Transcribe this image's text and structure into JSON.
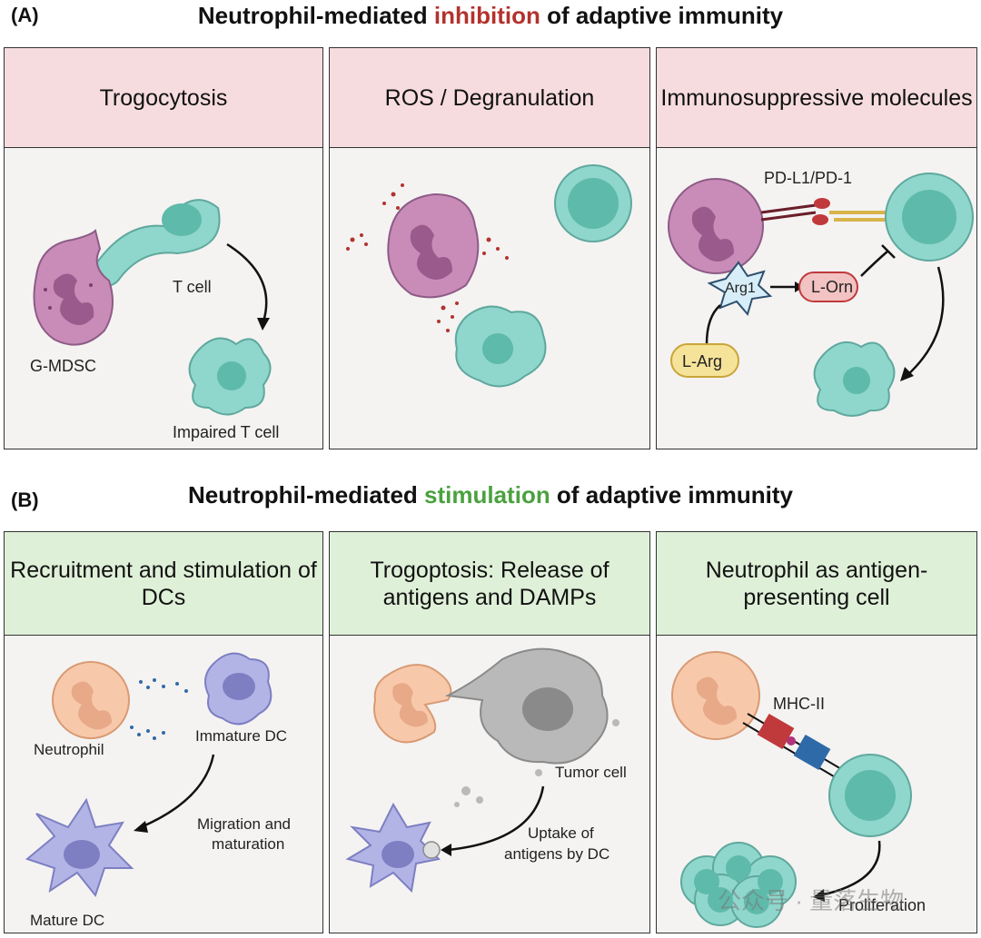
{
  "section_a": {
    "label": "(A)",
    "title_pre": "Neutrophil-mediated ",
    "title_highlight": "inhibition",
    "title_post": " of adaptive immunity",
    "panels": [
      {
        "title": "Trogocytosis",
        "labels": {
          "tcell": "T cell",
          "gmdsc": "G-MDSC",
          "impaired": "Impaired T cell"
        }
      },
      {
        "title": "ROS / Degranulation"
      },
      {
        "title": "Immunosuppressive molecules",
        "labels": {
          "pdl1": "PD-L1/PD-1",
          "arg1": "Arg1",
          "lorn": "L-Orn",
          "larg": "L-Arg"
        }
      }
    ]
  },
  "section_b": {
    "label": "(B)",
    "title_pre": "Neutrophil-mediated ",
    "title_highlight": "stimulation",
    "title_post": " of adaptive immunity",
    "panels": [
      {
        "title": "Recruitment and stimulation of DCs",
        "labels": {
          "neutrophil": "Neutrophil",
          "immature": "Immature DC",
          "migration1": "Migration and",
          "migration2": "maturation",
          "mature": "Mature DC"
        }
      },
      {
        "title": "Trogoptosis: Release of antigens and DAMPs",
        "labels": {
          "tumor": "Tumor cell",
          "uptake1": "Uptake of",
          "uptake2": "antigens by DC"
        }
      },
      {
        "title": "Neutrophil as antigen-presenting cell",
        "labels": {
          "mhc": "MHC-II",
          "prolif": "Proliferation"
        }
      }
    ]
  },
  "watermark": "公众号 · 量落生物",
  "colors": {
    "inhibition": "#b3322d",
    "stimulation": "#4aa23e",
    "pink_header": "#f6dcdf",
    "green_header": "#dff0d8"
  }
}
